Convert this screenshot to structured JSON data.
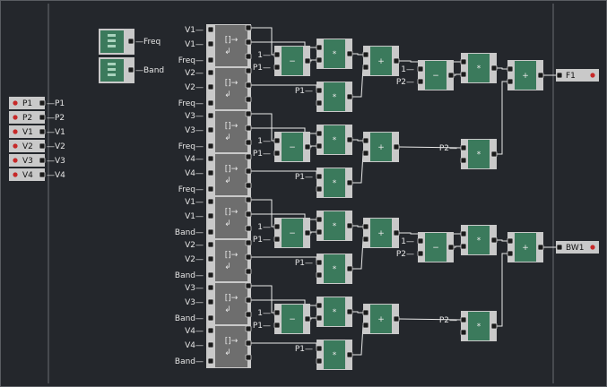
{
  "inputs": {
    "labels": [
      "P1",
      "P2",
      "V1",
      "V2",
      "V3",
      "V4"
    ],
    "port_labels": [
      "P1",
      "P2",
      "V1",
      "V2",
      "V3",
      "V4"
    ],
    "led_color": "#c62828"
  },
  "knobs": [
    {
      "label": "Freq"
    },
    {
      "label": "Band"
    }
  ],
  "banks": [
    {
      "groups": [
        {
          "labels": [
            "V1",
            "V1",
            "Freq"
          ]
        },
        {
          "labels": [
            "V2",
            "V2",
            "Freq"
          ]
        },
        {
          "labels": [
            "V3",
            "V3",
            "Freq"
          ]
        },
        {
          "labels": [
            "V4",
            "V4",
            "Freq"
          ]
        }
      ],
      "pairs": [
        {
          "sub_labels": [
            "1",
            "P1"
          ],
          "mul2_label": "P1"
        },
        {
          "sub_labels": [
            "1",
            "P1"
          ],
          "mul2_label": "P1"
        }
      ],
      "sub_labels": [
        "1",
        "P2"
      ],
      "p2_label": "P2"
    },
    {
      "groups": [
        {
          "labels": [
            "V1",
            "V1",
            "Band"
          ]
        },
        {
          "labels": [
            "V2",
            "V2",
            "Band"
          ]
        },
        {
          "labels": [
            "V3",
            "V3",
            "Band"
          ]
        },
        {
          "labels": [
            "V4",
            "V4",
            "Band"
          ]
        }
      ],
      "pairs": [
        {
          "sub_labels": [
            "1",
            "P1"
          ],
          "mul2_label": "P1"
        },
        {
          "sub_labels": [
            "1",
            "P1"
          ],
          "mul2_label": "P1"
        }
      ],
      "sub_labels": [
        "1",
        "P2"
      ],
      "p2_label": "P2"
    }
  ],
  "ops": {
    "sub": "−",
    "mul": "*",
    "add": "+",
    "select": "[]→"
  },
  "outputs": [
    {
      "label": "F1"
    },
    {
      "label": "BW1"
    }
  ],
  "colors": {
    "background": "#24272c",
    "module_green": "#3b7a5c",
    "module_gray": "#c9c9c9",
    "select_body": "#6e6e6e",
    "wire": "#e8e8e8",
    "led": "#c62828"
  }
}
